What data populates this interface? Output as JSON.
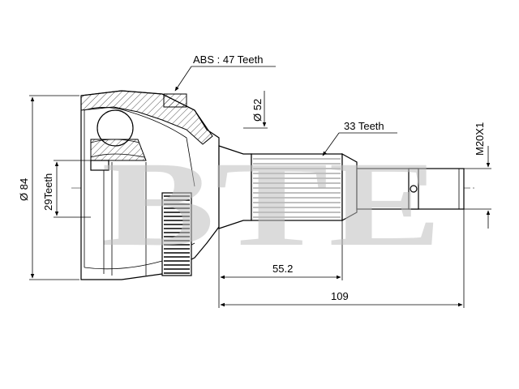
{
  "watermark": "BTE",
  "labels": {
    "abs": "ABS : 47  Teeth",
    "d52": "Ø 52",
    "spline": "33  Teeth",
    "thread": "M20X1",
    "d84": "Ø 84",
    "teeth29": "29Teeth",
    "len55": "55.2",
    "len109": "109"
  }
}
